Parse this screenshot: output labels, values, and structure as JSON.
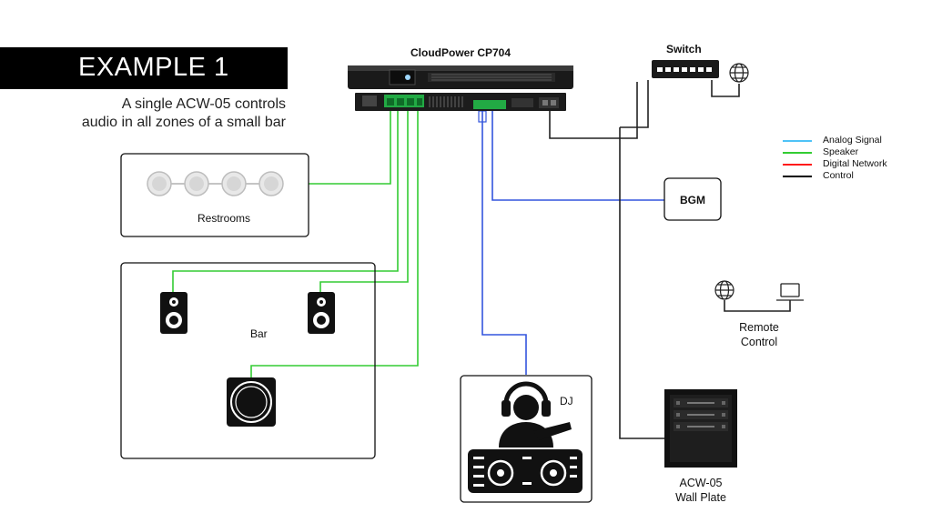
{
  "header": {
    "title": "EXAMPLE 1",
    "subtitle_line1": "A single ACW-05 controls",
    "subtitle_line2": "audio in all zones of a small bar"
  },
  "devices": {
    "amplifier": "CloudPower CP704",
    "switch": "Switch",
    "bgm": "BGM",
    "dj": "DJ",
    "remote_line1": "Remote",
    "remote_line2": "Control",
    "wallplate_line1": "ACW-05",
    "wallplate_line2": "Wall Plate"
  },
  "zones": {
    "restrooms": "Restrooms",
    "bar": "Bar"
  },
  "legend": [
    {
      "label": "Analog Signal",
      "color": "#4fc3f7"
    },
    {
      "label": "Speaker",
      "color": "#33cc33"
    },
    {
      "label": "Digital Network",
      "color": "#ff1a1a"
    },
    {
      "label": "Control",
      "color": "#000000"
    }
  ],
  "colors": {
    "speaker_wire": "#33cc33",
    "analog_wire": "#3355dd",
    "control_wire": "#222222"
  }
}
